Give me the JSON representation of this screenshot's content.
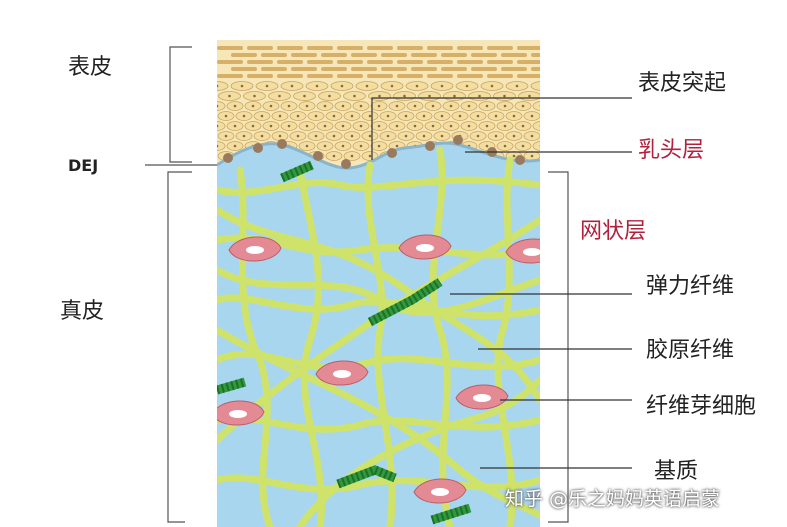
{
  "left_labels": {
    "epidermis": "表皮",
    "dej": "DEJ",
    "dermis": "真皮"
  },
  "right_labels": {
    "epidermal_ridge": "表皮突起",
    "papillary_layer": "乳头层",
    "reticular_layer": "网状层",
    "elastic_fiber": "弹力纤维",
    "collagen_fiber": "胶原纤维",
    "fibroblast": "纤维芽细胞",
    "ground_substance": "基质"
  },
  "watermark": "知乎 @乐之妈妈英语启蒙",
  "colors": {
    "dermis_blue": "#a9d6ef",
    "collagen": "#cfe36a",
    "elastic": "#2f9a3c",
    "fibroblast": "#e48a95",
    "epidermis_cell": "#f3dda0",
    "stratum_corneum": "#d6b068",
    "basal_cell": "#9a7a5e",
    "label_red": "#b2203c"
  }
}
